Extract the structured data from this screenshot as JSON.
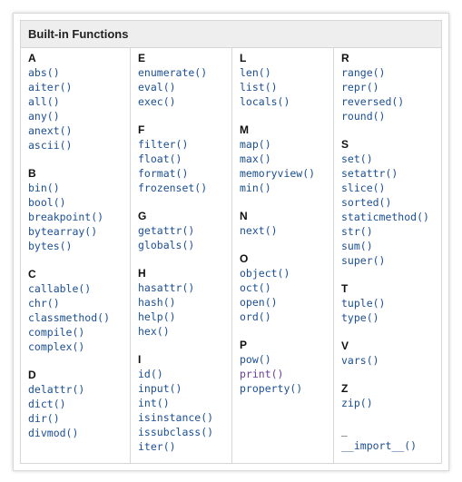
{
  "title": "Built-in Functions",
  "colors": {
    "link": "#1a4f94",
    "visited": "#6a3d98"
  },
  "columns": [
    [
      {
        "letter": "A",
        "items": [
          "abs()",
          "aiter()",
          "all()",
          "any()",
          "anext()",
          "ascii()"
        ]
      },
      {
        "letter": "B",
        "items": [
          "bin()",
          "bool()",
          "breakpoint()",
          "bytearray()",
          "bytes()"
        ]
      },
      {
        "letter": "C",
        "items": [
          "callable()",
          "chr()",
          "classmethod()",
          "compile()",
          "complex()"
        ]
      },
      {
        "letter": "D",
        "items": [
          "delattr()",
          "dict()",
          "dir()",
          "divmod()"
        ]
      }
    ],
    [
      {
        "letter": "E",
        "items": [
          "enumerate()",
          "eval()",
          "exec()"
        ]
      },
      {
        "letter": "F",
        "items": [
          "filter()",
          "float()",
          "format()",
          "frozenset()"
        ]
      },
      {
        "letter": "G",
        "items": [
          "getattr()",
          "globals()"
        ]
      },
      {
        "letter": "H",
        "items": [
          "hasattr()",
          "hash()",
          "help()",
          "hex()"
        ]
      },
      {
        "letter": "I",
        "items": [
          "id()",
          "input()",
          "int()",
          "isinstance()",
          "issubclass()",
          "iter()"
        ]
      }
    ],
    [
      {
        "letter": "L",
        "items": [
          "len()",
          "list()",
          "locals()"
        ]
      },
      {
        "letter": "M",
        "items": [
          "map()",
          "max()",
          "memoryview()",
          "min()"
        ]
      },
      {
        "letter": "N",
        "items": [
          "next()"
        ]
      },
      {
        "letter": "O",
        "items": [
          "object()",
          "oct()",
          "open()",
          "ord()"
        ]
      },
      {
        "letter": "P",
        "items": [
          "pow()",
          "print()",
          "property()"
        ],
        "visited": [
          "print()"
        ]
      }
    ],
    [
      {
        "letter": "R",
        "items": [
          "range()",
          "repr()",
          "reversed()",
          "round()"
        ]
      },
      {
        "letter": "S",
        "items": [
          "set()",
          "setattr()",
          "slice()",
          "sorted()",
          "staticmethod()",
          "str()",
          "sum()",
          "super()"
        ]
      },
      {
        "letter": "T",
        "items": [
          "tuple()",
          "type()"
        ]
      },
      {
        "letter": "V",
        "items": [
          "vars()"
        ]
      },
      {
        "letter": "Z",
        "items": [
          "zip()"
        ]
      },
      {
        "letter": "_",
        "items": [
          "__import__()"
        ]
      }
    ]
  ]
}
